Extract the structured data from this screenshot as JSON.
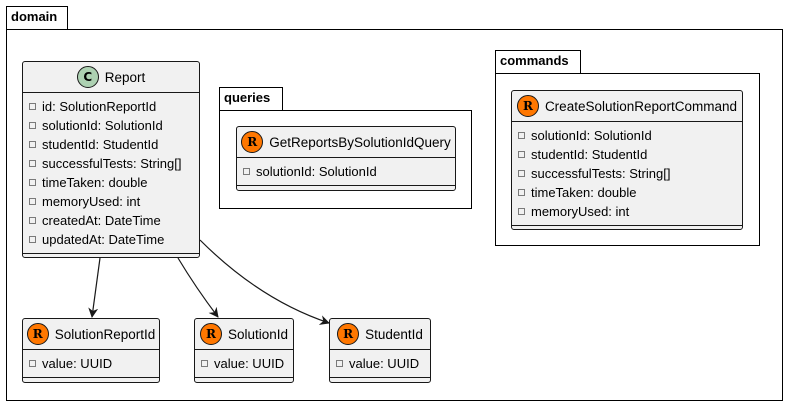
{
  "packages": {
    "domain": "domain",
    "queries": "queries",
    "commands": "commands"
  },
  "colors": {
    "class_fill": "#f1f1f1",
    "record_badge": "#ff7700",
    "class_badge": "#add1b2"
  },
  "classes": {
    "report": {
      "badge": "C",
      "name": "Report",
      "attributes": [
        "id: SolutionReportId",
        "solutionId: SolutionId",
        "studentId: StudentId",
        "successfulTests: String[]",
        "timeTaken: double",
        "memoryUsed: int",
        "createdAt: DateTime",
        "updatedAt: DateTime"
      ]
    },
    "get_reports_query": {
      "badge": "R",
      "name": "GetReportsBySolutionIdQuery",
      "attributes": [
        "solutionId: SolutionId"
      ]
    },
    "create_report_command": {
      "badge": "R",
      "name": "CreateSolutionReportCommand",
      "attributes": [
        "solutionId: SolutionId",
        "studentId: StudentId",
        "successfulTests: String[]",
        "timeTaken: double",
        "memoryUsed: int"
      ]
    },
    "solution_report_id": {
      "badge": "R",
      "name": "SolutionReportId",
      "attributes": [
        "value: UUID"
      ]
    },
    "solution_id": {
      "badge": "R",
      "name": "SolutionId",
      "attributes": [
        "value: UUID"
      ]
    },
    "student_id": {
      "badge": "R",
      "name": "StudentId",
      "attributes": [
        "value: UUID"
      ]
    }
  }
}
